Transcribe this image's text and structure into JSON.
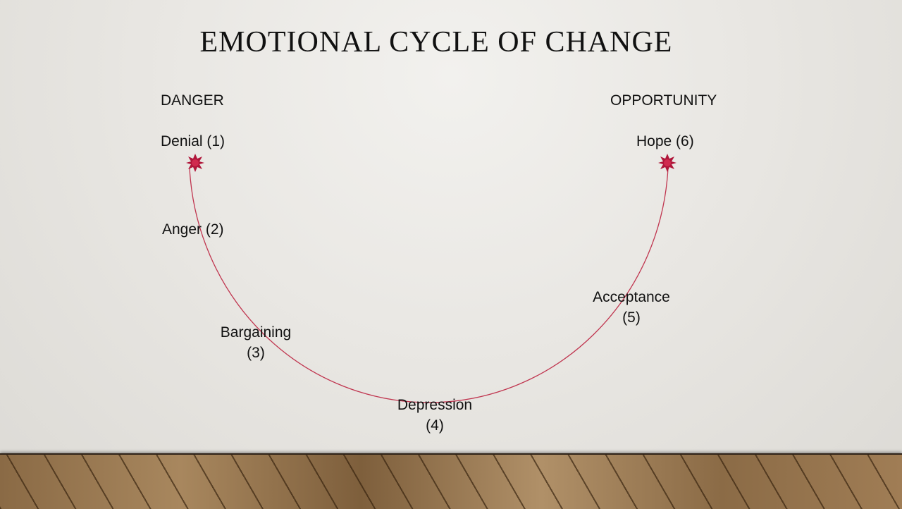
{
  "title": "EMOTIONAL CYCLE OF CHANGE",
  "headers": {
    "left": "DANGER",
    "right": "OPPORTUNITY"
  },
  "stages": [
    {
      "label": "Denial (1)"
    },
    {
      "label": "Anger (2)"
    },
    {
      "label": "Bargaining",
      "num": "(3)"
    },
    {
      "label": "Depression",
      "num": "(4)"
    },
    {
      "label": "Acceptance",
      "num": "(5)"
    },
    {
      "label": "Hope (6)"
    }
  ],
  "colors": {
    "arc": "#c0354f",
    "star": "#b0163a"
  }
}
